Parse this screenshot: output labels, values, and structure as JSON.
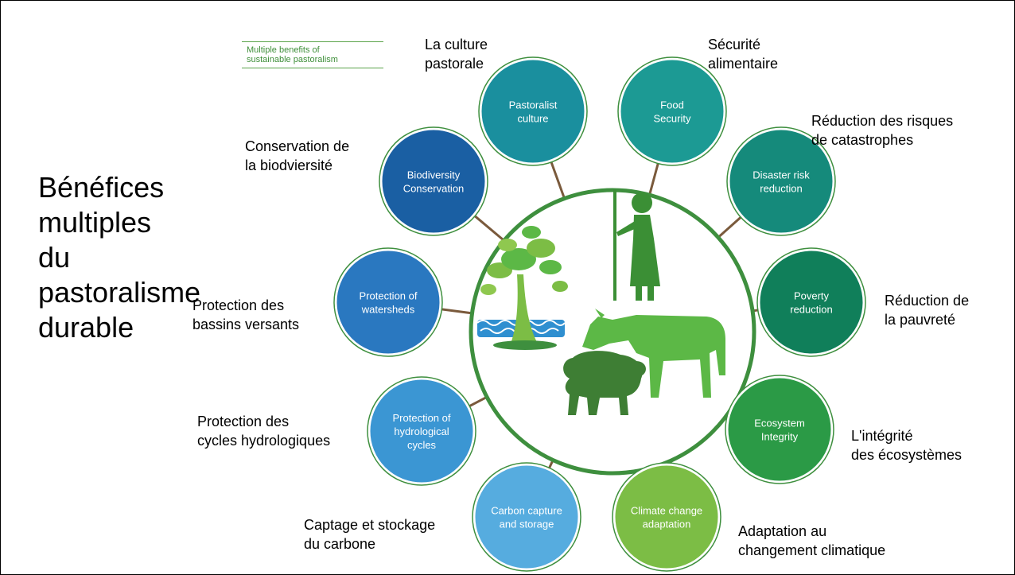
{
  "title": "Bénéfices\nmultiples du\npastoralisme\ndurable",
  "subtitle": "Multiple benefits of\nsustainable pastoralism",
  "benefits": [
    {
      "en": [
        "Pastoralist",
        "culture"
      ],
      "fr": "La culture\npastorale",
      "color": "#1a8f9e"
    },
    {
      "en": [
        "Food",
        "Security"
      ],
      "fr": "Sécurité\nalimentaire",
      "color": "#1c9a94"
    },
    {
      "en": [
        "Disaster risk",
        "reduction"
      ],
      "fr": "Réduction des risques\nde catastrophes",
      "color": "#158a7b"
    },
    {
      "en": [
        "Poverty",
        "reduction"
      ],
      "fr": "Réduction de\nla pauvreté",
      "color": "#107f5a"
    },
    {
      "en": [
        "Ecosystem",
        "Integrity"
      ],
      "fr": "L'intégrité\ndes écosystèmes",
      "color": "#2b9a46"
    },
    {
      "en": [
        "Climate change",
        "adaptation"
      ],
      "fr": "Adaptation au\nchangement climatique",
      "color": "#7cbd45"
    },
    {
      "en": [
        "Carbon capture",
        "and storage"
      ],
      "fr": "Captage et stockage\n du carbone",
      "color": "#56acdf"
    },
    {
      "en": [
        "Protection of",
        "hydrological",
        "cycles"
      ],
      "fr": "Protection des\ncycles hydrologiques",
      "color": "#3b96d3"
    },
    {
      "en": [
        "Protection of",
        "watersheds"
      ],
      "fr": "Protection des\nbassins versants",
      "color": "#2a78c0"
    },
    {
      "en": [
        "Biodiversity",
        "Conservation"
      ],
      "fr": "Conservation de\nla biodviersité",
      "color": "#1a5fa3"
    }
  ],
  "colors": {
    "ring": "#3e8f3e",
    "connector": "#7a5a3c",
    "figure": "#3b8f35",
    "cattle": "#5cb846",
    "sheep": "#3e7e34",
    "water": "#2f8fd0"
  }
}
